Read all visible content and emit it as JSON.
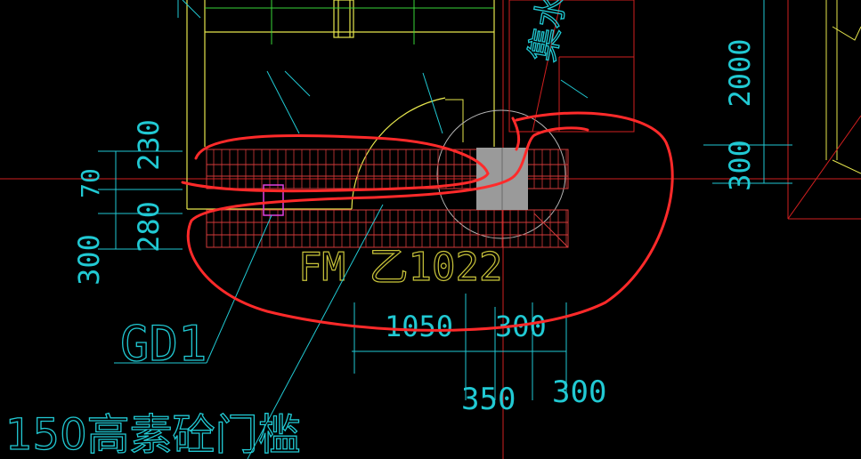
{
  "drawing": {
    "dimensions_left": [
      "230",
      "70",
      "280",
      "300"
    ],
    "dimensions_right_vertical": [
      "2000",
      "300"
    ],
    "dimensions_bottom_upper": [
      "1050",
      "300"
    ],
    "dimensions_bottom_lower": [
      "350",
      "300"
    ],
    "labels": {
      "component": "GD1",
      "door": "FM 乙1022",
      "threshold_note": "150高素砼门槛",
      "partial_top_text": "集水井"
    },
    "colors": {
      "background": "#000000",
      "dimension": "#21c9d3",
      "wall": "#e6e64d",
      "annotation": "#ff2a2a",
      "axis": "#d11f1f",
      "magenta_marker": "#e040e0",
      "grey_column": "#9a9a9a",
      "green_line": "#39d339"
    }
  }
}
